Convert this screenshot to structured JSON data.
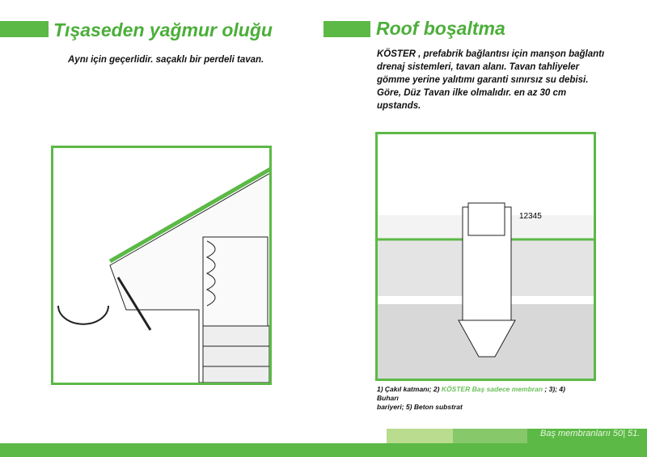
{
  "left": {
    "title": "Tışaseden yağmur oluğu",
    "subtitle": "Aynı için geçerlidir. saçaklı bir perdeli tavan."
  },
  "right": {
    "title": "Roof boşaltma",
    "body": [
      "KÖSTER , prefabrik bağlantısı için manşon bağlantı",
      "drenaj sistemleri, tavan alanı. Tavan tahliyeler",
      "gömme yerine yalıtımı garanti sınırsız su debisi.",
      "Göre, Düz Tavan ilke olmalıdır. en az 30 cm",
      "upstands."
    ],
    "diagram_label": "12345",
    "caption": {
      "part1": "1) Çakıl katmanı; 2) ",
      "part2": "KÖSTER Baş sadece membran",
      "part3": " ; 3); 4) Buharı",
      "line2": "bariyeri; 5) Beton substrat"
    }
  },
  "footer": {
    "text": "Baş membranlarıı  50| 51."
  },
  "colors": {
    "accent": "#5cb946",
    "light": "#b9dc8e",
    "mid": "#86c86a"
  }
}
